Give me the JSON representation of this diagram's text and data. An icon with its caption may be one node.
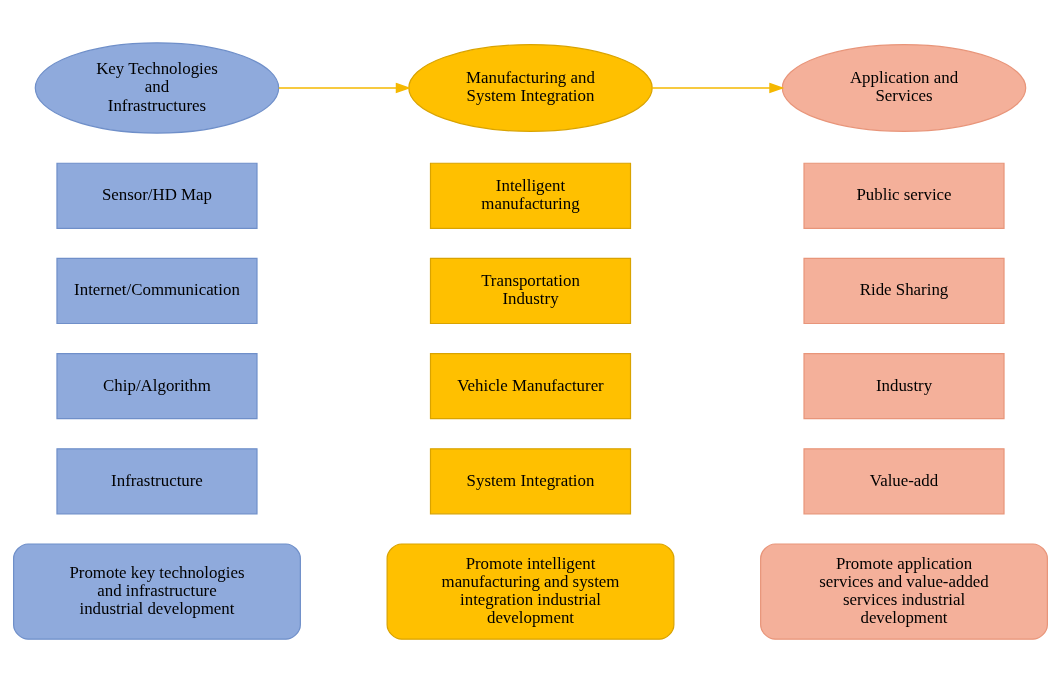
{
  "diagram": {
    "nodes": [
      {
        "text": [
          "Key Technologies and Infrastructures"
        ]
      },
      {
        "text": [
          "Manufacturing and System Integration"
        ]
      },
      {
        "text": [
          "Application and Services"
        ]
      },
      {
        "text": [
          "Sensor/HD Map"
        ]
      },
      {
        "text": [
          "Intelligent manufacturing"
        ]
      },
      {
        "text": [
          "Public service"
        ]
      },
      {
        "text": [
          "Internet/Communication"
        ]
      },
      {
        "text": [
          "Transportation Industry"
        ]
      },
      {
        "text": [
          "Ride Sharing"
        ]
      },
      {
        "text": [
          "Chip/Algorithm"
        ]
      },
      {
        "text": [
          "Vehicle Manufacturer"
        ]
      },
      {
        "text": [
          "Industry"
        ]
      },
      {
        "text": [
          "Infrastructure"
        ]
      },
      {
        "text": [
          "System Integration"
        ]
      },
      {
        "text": [
          "Value-add"
        ]
      },
      {
        "text": [
          "Promote key technologies and infrastructure industrial development"
        ]
      },
      {
        "text": [
          "Promote intelligent manufacturing and system integration industrial development"
        ]
      },
      {
        "text": [
          "Promote application services and value-added services industrial development"
        ]
      }
    ],
    "edges": [
      {
        "from": 0,
        "to": 1,
        "arrow": "to"
      },
      {
        "from": 1,
        "to": 2,
        "arrow": "to"
      }
    ]
  }
}
